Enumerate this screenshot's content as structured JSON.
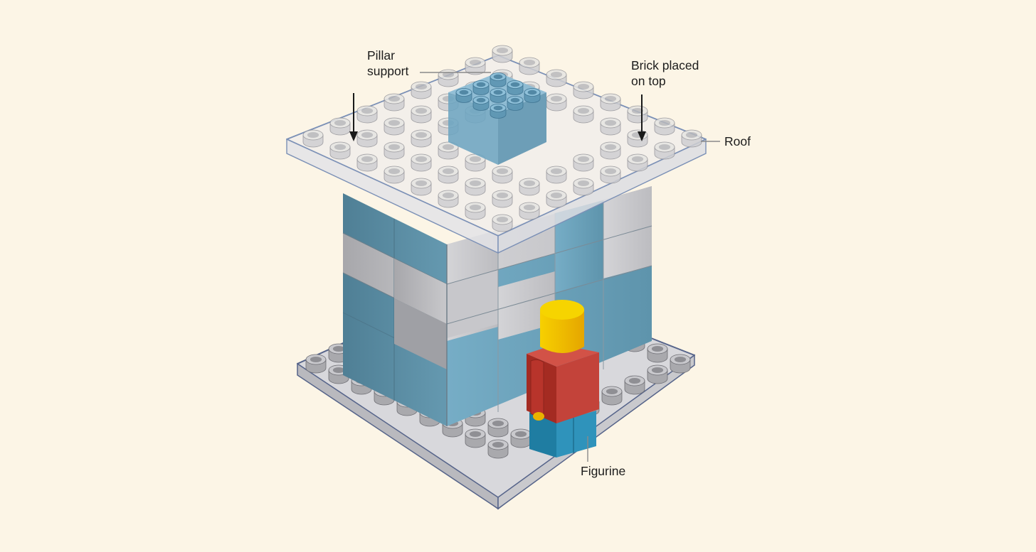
{
  "labels": {
    "pillar_support": [
      "Pillar",
      "support"
    ],
    "brick_placed_on_top": [
      "Brick placed",
      "on top"
    ],
    "roof": "Roof",
    "figurine": "Figurine"
  },
  "colors": {
    "background": "#fcf5e6",
    "baseplate": "#d9d9dd",
    "baseplate_outline": "#5b6a88",
    "stud_grey": "#bdbdc1",
    "brick_blue": "#5a8ea6",
    "brick_grey": "#c3c3c6",
    "roof_translucent": "#eceae6",
    "roof_outline": "#7f93b8",
    "pillar_blue": "#7fb4d0",
    "figure_head": "#f2c500",
    "figure_body": "#c23a2e",
    "figure_legs": "#2e8fb2"
  }
}
